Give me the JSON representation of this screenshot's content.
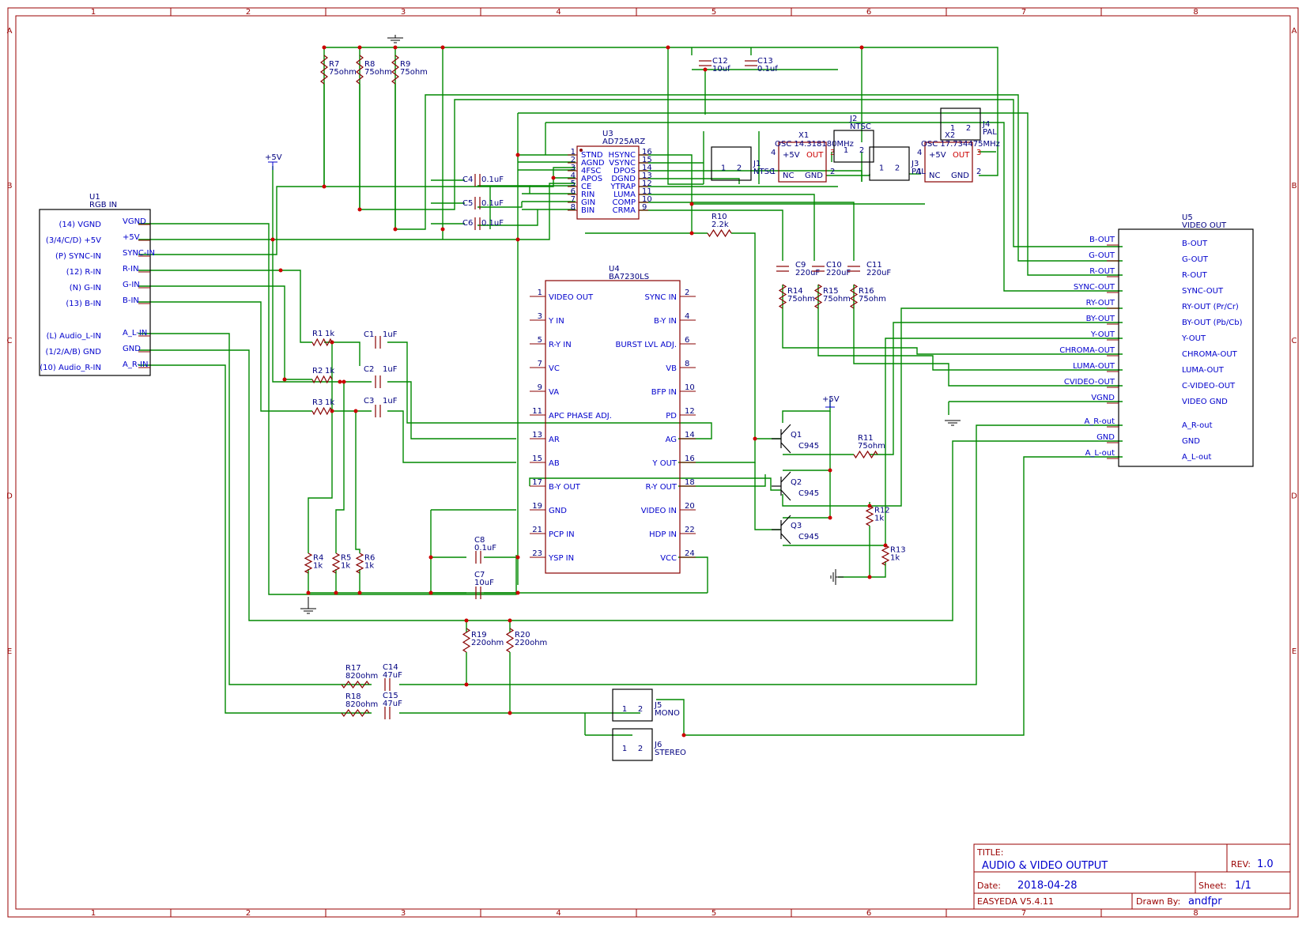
{
  "grid": {
    "columns": [
      "1",
      "2",
      "3",
      "4",
      "5",
      "6",
      "7",
      "8"
    ],
    "rows": [
      "A",
      "B",
      "C",
      "D",
      "E"
    ]
  },
  "title_block": {
    "title_label": "TITLE:",
    "title": "AUDIO & VIDEO OUTPUT",
    "rev_label": "REV:",
    "rev": "1.0",
    "date_label": "Date:",
    "date": "2018-04-28",
    "sheet_label": "Sheet:",
    "sheet": "1/1",
    "tool": "EASYEDA V5.4.11",
    "drawn_label": "Drawn By:",
    "drawn": "andfpr"
  },
  "power": {
    "p5v_left": "+5V",
    "p5v_right": "+5V"
  },
  "u1": {
    "ref": "U1",
    "value": "RGB IN",
    "left_labels": [
      "(14) VGND",
      "(3/4/C/D) +5V",
      "(P) SYNC-IN",
      "(12) R-IN",
      "(N) G-IN",
      "(13) B-IN",
      "(L) Audio_L-IN",
      "(1/2/A/B) GND",
      "(10) Audio_R-IN"
    ],
    "right_labels": [
      "VGND",
      "+5V",
      "SYNC-IN",
      "R-IN",
      "G-IN",
      "B-IN",
      "A_L-IN",
      "GND",
      "A_R-IN"
    ]
  },
  "u3": {
    "ref": "U3",
    "value": "AD725ARZ",
    "left_pins": [
      "1",
      "2",
      "3",
      "4",
      "5",
      "6",
      "7",
      "8"
    ],
    "left_labels": [
      "STND",
      "AGND",
      "4FSC",
      "APOS",
      "CE",
      "RIN",
      "GIN",
      "BIN"
    ],
    "right_pins": [
      "16",
      "15",
      "14",
      "13",
      "12",
      "11",
      "10",
      "9"
    ],
    "right_labels": [
      "HSYNC",
      "VSYNC",
      "DPOS",
      "DGND",
      "YTRAP",
      "LUMA",
      "COMP",
      "CRMA"
    ]
  },
  "u4": {
    "ref": "U4",
    "value": "BA7230LS",
    "left_pins": [
      "1",
      "3",
      "5",
      "7",
      "9",
      "11",
      "13",
      "15",
      "17",
      "19",
      "21",
      "23"
    ],
    "left_labels": [
      "VIDEO OUT",
      "Y IN",
      "R-Y IN",
      "VC",
      "VA",
      "APC PHASE ADJ.",
      "AR",
      "AB",
      "B-Y OUT",
      "GND",
      "PCP IN",
      "YSP IN"
    ],
    "right_pins": [
      "2",
      "4",
      "6",
      "8",
      "10",
      "12",
      "14",
      "16",
      "18",
      "20",
      "22",
      "24"
    ],
    "right_labels": [
      "SYNC IN",
      "B-Y IN",
      "BURST LVL ADJ.",
      "VB",
      "BFP IN",
      "PD",
      "AG",
      "Y OUT",
      "R-Y OUT",
      "VIDEO IN",
      "HDP IN",
      "VCC"
    ]
  },
  "u5": {
    "ref": "U5",
    "value": "VIDEO OUT",
    "net_labels": [
      "B-OUT",
      "G-OUT",
      "R-OUT",
      "SYNC-OUT",
      "RY-OUT",
      "BY-OUT",
      "Y-OUT",
      "CHROMA-OUT",
      "LUMA-OUT",
      "CVIDEO-OUT",
      "VGND",
      "A_R-out",
      "GND",
      "A_L-out"
    ],
    "pin_labels": [
      "B-OUT",
      "G-OUT",
      "R-OUT",
      "SYNC-OUT",
      "RY-OUT (Pr/Cr)",
      "BY-OUT (Pb/Cb)",
      "Y-OUT",
      "CHROMA-OUT",
      "LUMA-OUT",
      "C-VIDEO-OUT",
      "VIDEO GND",
      "A_R-out",
      "GND",
      "A_L-out"
    ]
  },
  "oscillators": {
    "x1_ref": "X1",
    "x1_value": "OSC 14.318180MHz",
    "x2_ref": "X2",
    "x2_value": "OSC 17.734475MHz",
    "p5v": "+5V",
    "out": "OUT",
    "nc": "NC",
    "gnd": "GND",
    "pin4": "4",
    "pin3": "3",
    "pin1": "1",
    "pin2": "2"
  },
  "jumpers": {
    "j1_ref": "J1",
    "j1_value": "NTSC",
    "j2_ref": "J2",
    "j2_value": "NTSC",
    "j3_ref": "J3",
    "j3_value": "PAL",
    "j4_ref": "J4",
    "j4_value": "PAL",
    "j5_ref": "J5",
    "j5_value": "MONO",
    "j6_ref": "J6",
    "j6_value": "STEREO",
    "pin1": "1",
    "pin2": "2"
  },
  "transistors": {
    "q1_ref": "Q1",
    "q1_value": "C945",
    "q2_ref": "Q2",
    "q2_value": "C945",
    "q3_ref": "Q3",
    "q3_value": "C945"
  },
  "resistors": {
    "r7_ref": "R7",
    "r7_value": "75ohm",
    "r8_ref": "R8",
    "r8_value": "75ohm",
    "r9_ref": "R9",
    "r9_value": "75ohm",
    "r10_ref": "R10",
    "r10_value": "2.2k",
    "r1_ref": "R1",
    "r1_value": "1k",
    "r2_ref": "R2",
    "r2_value": "1k",
    "r3_ref": "R3",
    "r3_value": "1k",
    "r4_ref": "R4",
    "r4_value": "1k",
    "r5_ref": "R5",
    "r5_value": "1k",
    "r6_ref": "R6",
    "r6_value": "1k",
    "r11_ref": "R11",
    "r11_value": "75ohm",
    "r12_ref": "R12",
    "r12_value": "1k",
    "r13_ref": "R13",
    "r13_value": "1k",
    "r14_ref": "R14",
    "r14_value": "75ohm",
    "r15_ref": "R15",
    "r15_value": "75ohm",
    "r16_ref": "R16",
    "r16_value": "75ohm",
    "r17_ref": "R17",
    "r17_value": "820ohm",
    "r18_ref": "R18",
    "r18_value": "820ohm",
    "r19_ref": "R19",
    "r19_value": "220ohm",
    "r20_ref": "R20",
    "r20_value": "220ohm"
  },
  "capacitors": {
    "c1_ref": "C1",
    "c1_value": "1uF",
    "c2_ref": "C2",
    "c2_value": "1uF",
    "c3_ref": "C3",
    "c3_value": "1uF",
    "c4_ref": "C4",
    "c4_value": "0.1uF",
    "c5_ref": "C5",
    "c5_value": "0.1uF",
    "c6_ref": "C6",
    "c6_value": "0.1uF",
    "c7_ref": "C7",
    "c7_value": "10uF",
    "c8_ref": "C8",
    "c8_value": "0.1uF",
    "c9_ref": "C9",
    "c9_value": "220uF",
    "c10_ref": "C10",
    "c10_value": "220uF",
    "c11_ref": "C11",
    "c11_value": "220uF",
    "c12_ref": "C12",
    "c12_value": "10uf",
    "c13_ref": "C13",
    "c13_value": "0.1uf",
    "c14_ref": "C14",
    "c14_value": "47uF",
    "c15_ref": "C15",
    "c15_value": "47uF"
  }
}
